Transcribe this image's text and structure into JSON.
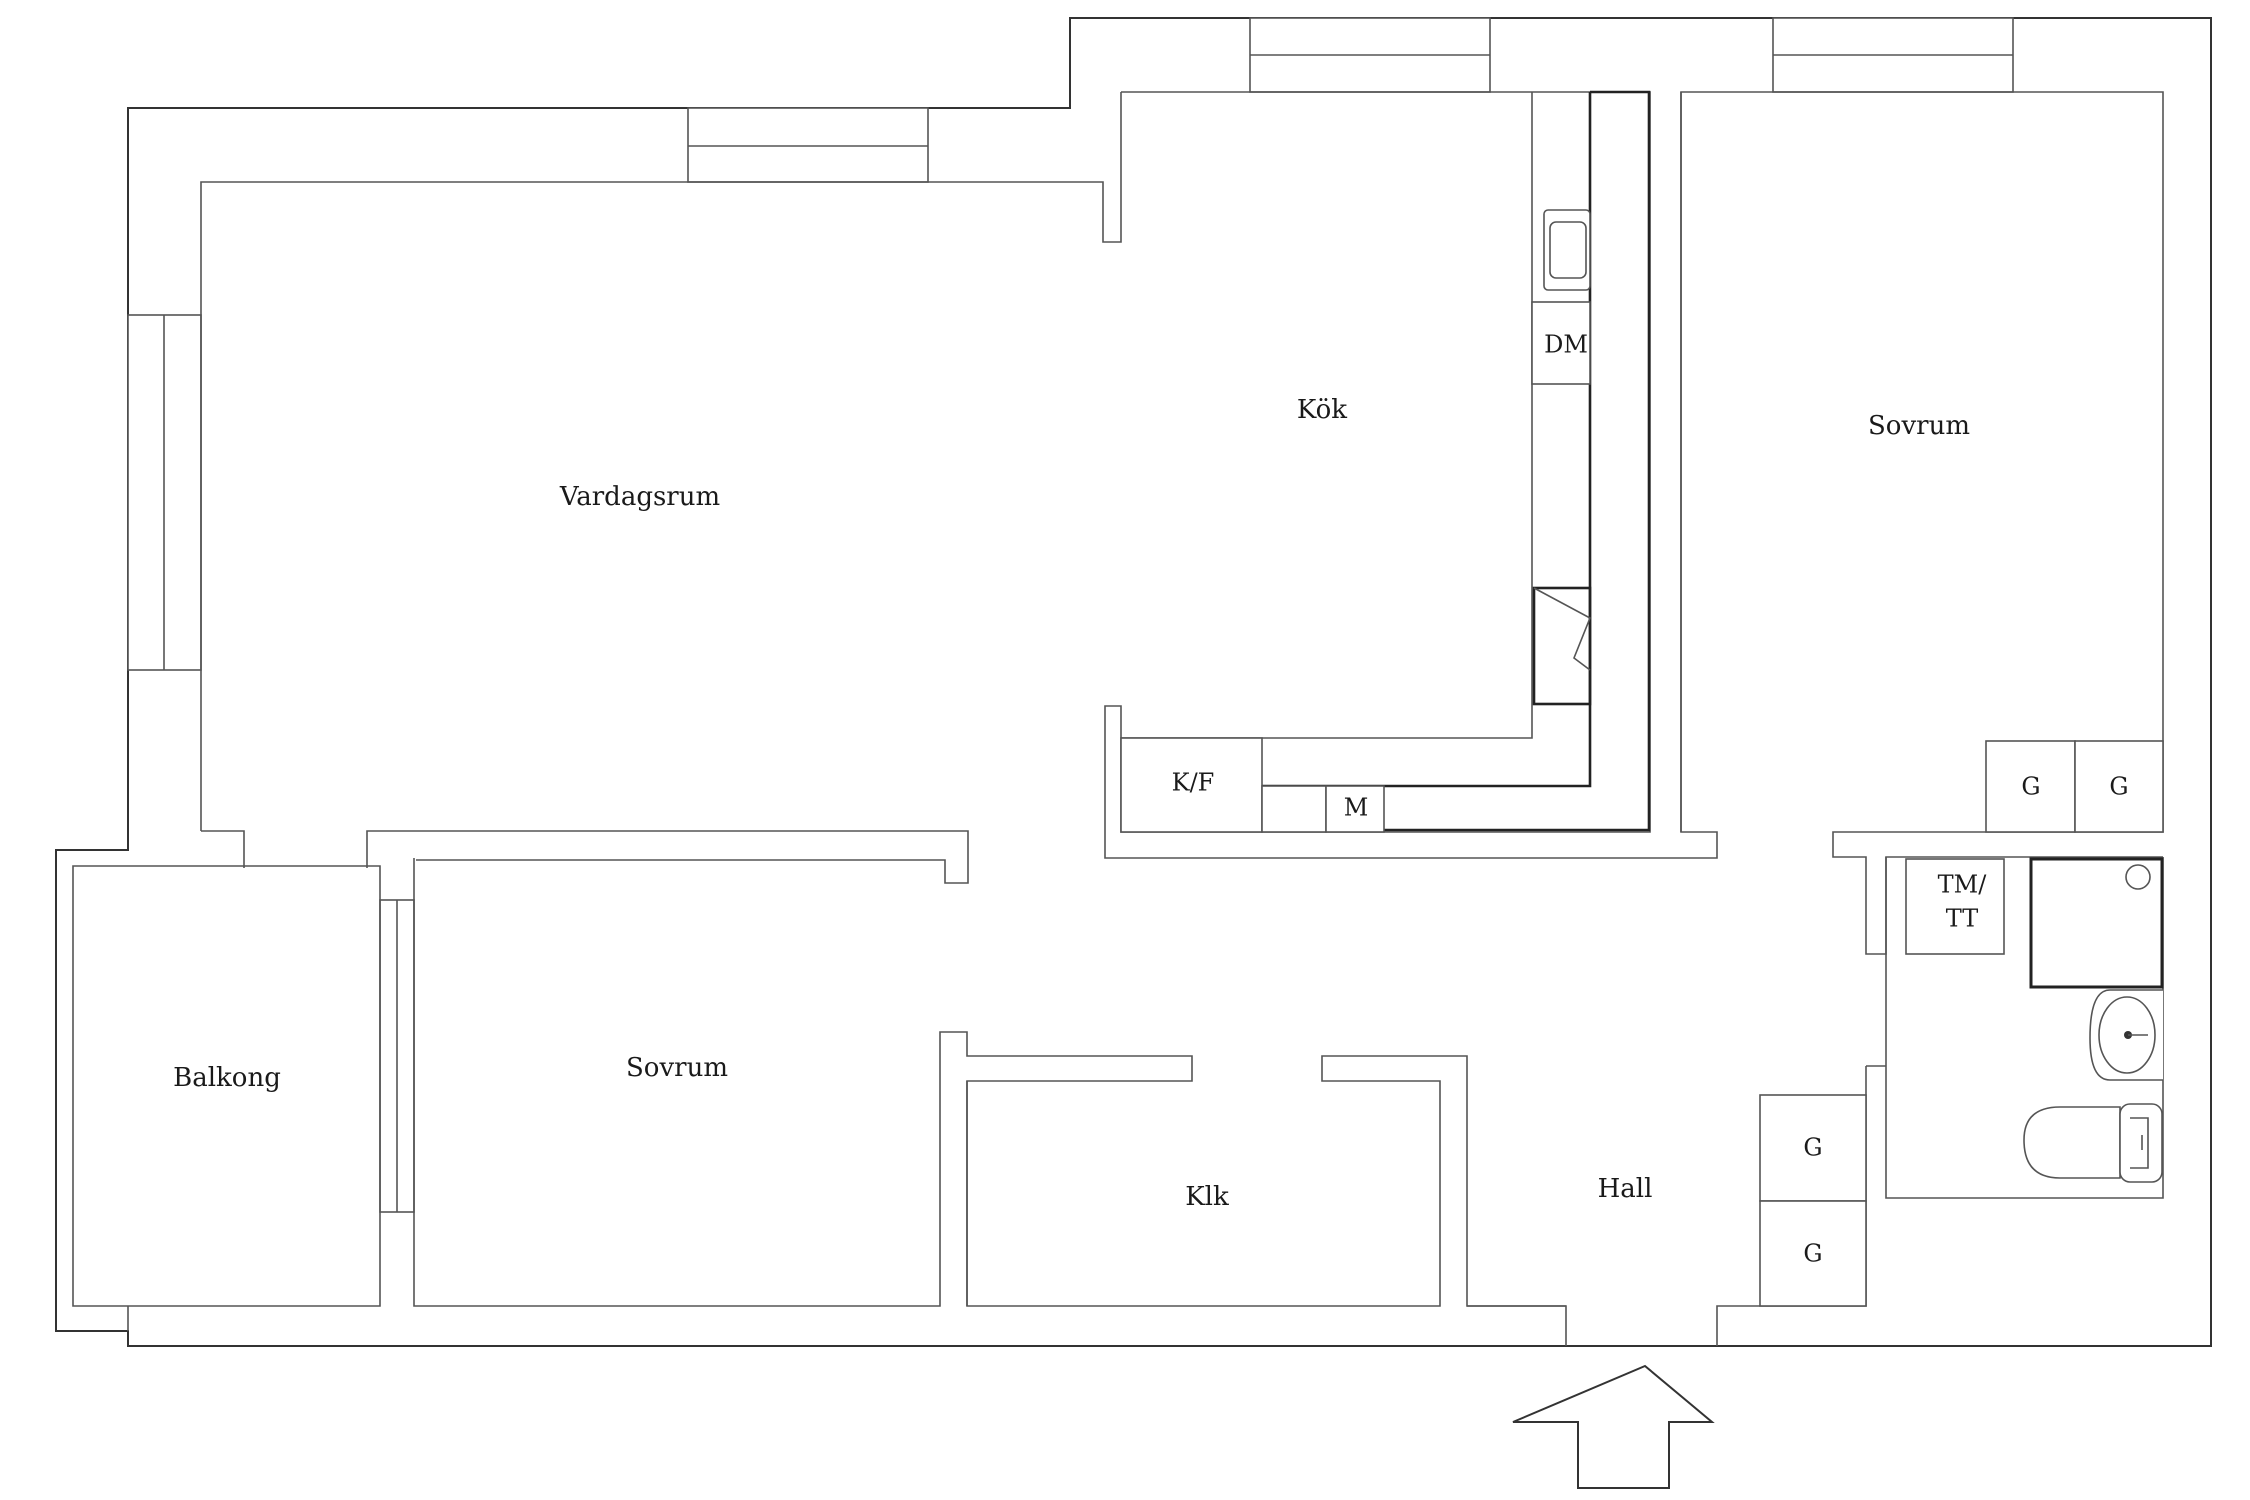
{
  "rooms": {
    "vardagsrum": "Vardagsrum",
    "kok": "Kök",
    "sovrum_right": "Sovrum",
    "sovrum_left": "Sovrum",
    "balkong": "Balkong",
    "klk": "Klk",
    "hall": "Hall"
  },
  "fixtures": {
    "dm": "DM",
    "kf": "K/F",
    "m": "M",
    "g1": "G",
    "g2": "G",
    "g3": "G",
    "g4": "G",
    "tm_line1": "TM/",
    "tm_line2": "TT"
  },
  "icons": {
    "entrance": "entrance-arrow-icon",
    "sink": "kitchen-sink-icon",
    "stove": "stove-icon",
    "washbasin": "washbasin-icon",
    "toilet": "toilet-icon",
    "shower": "shower-icon"
  }
}
